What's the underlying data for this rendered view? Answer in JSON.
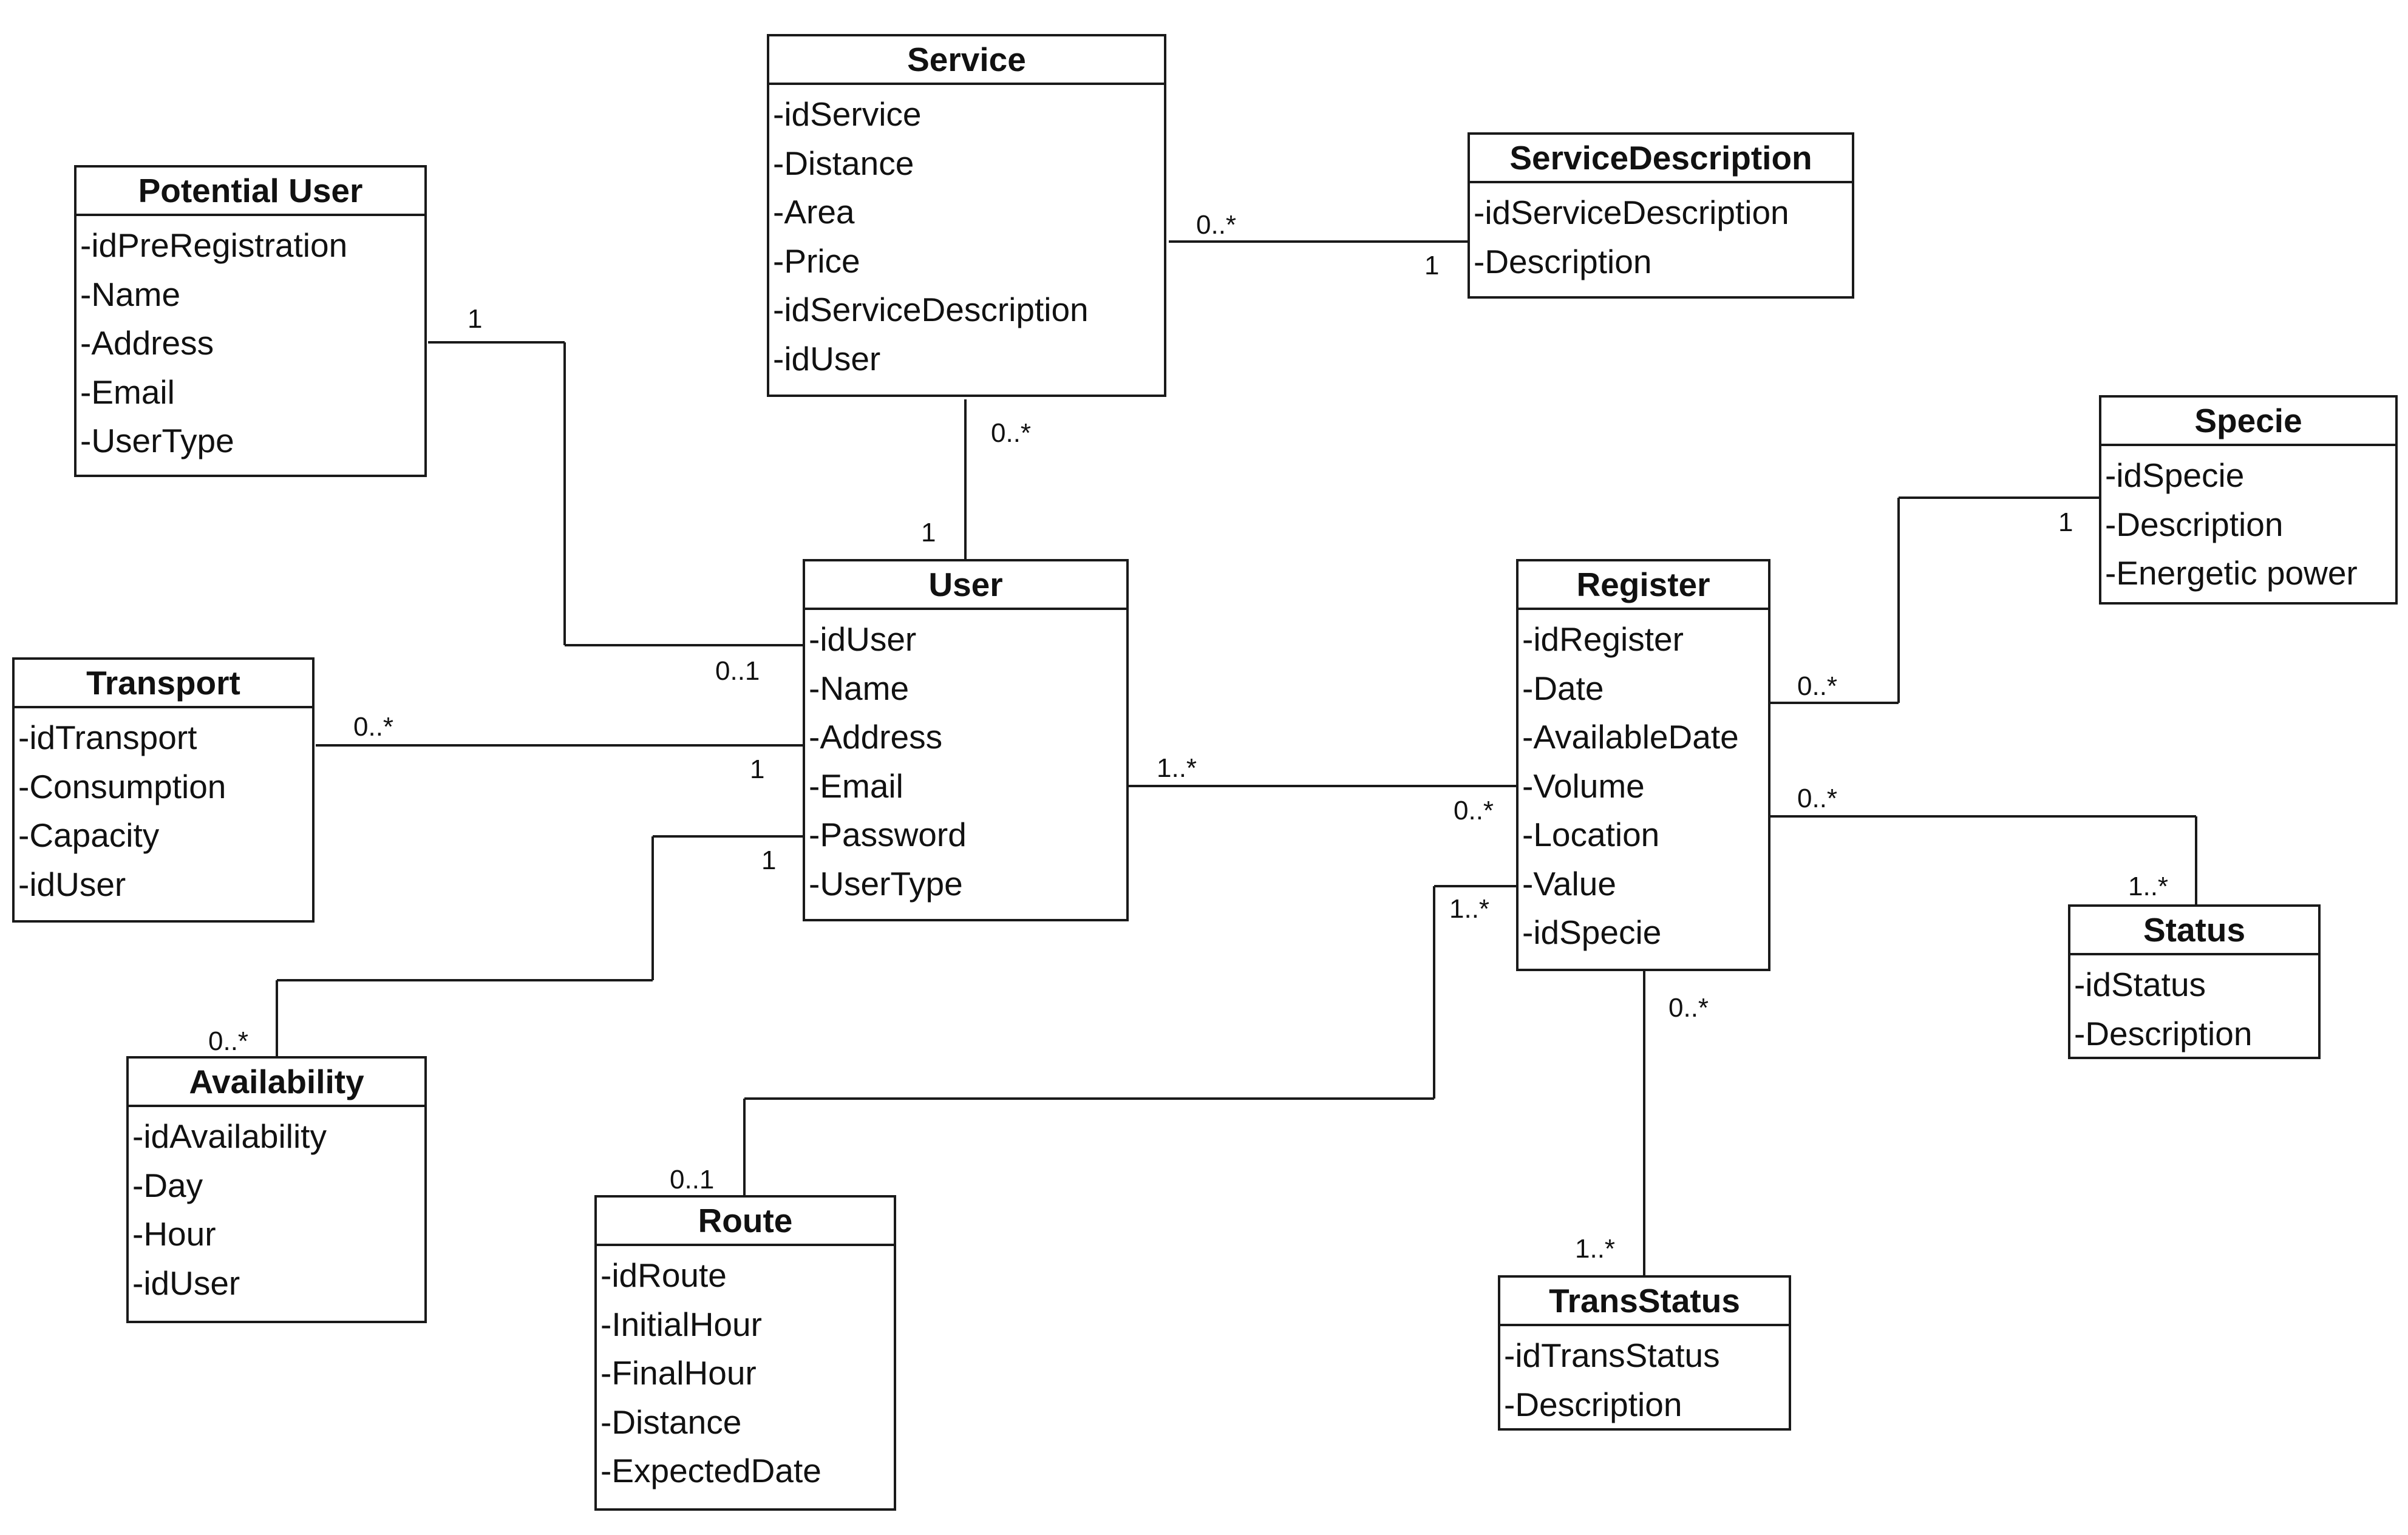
{
  "classes": {
    "service": {
      "title": "Service",
      "attributes": [
        "-idService",
        "-Distance",
        "-Area",
        "-Price",
        "-idServiceDescription",
        "-idUser"
      ]
    },
    "service_description": {
      "title": "ServiceDescription",
      "attributes": [
        "-idServiceDescription",
        "-Description"
      ]
    },
    "potential_user": {
      "title": "Potential User",
      "attributes": [
        "-idPreRegistration",
        "-Name",
        "-Address",
        "-Email",
        "-UserType"
      ]
    },
    "specie": {
      "title": "Specie",
      "attributes": [
        "-idSpecie",
        "-Description",
        "-Energetic power"
      ]
    },
    "user": {
      "title": "User",
      "attributes": [
        "-idUser",
        "-Name",
        "-Address",
        "-Email",
        "-Password",
        "-UserType"
      ]
    },
    "register": {
      "title": "Register",
      "attributes": [
        "-idRegister",
        "-Date",
        "-AvailableDate",
        "-Volume",
        "-Location",
        "-Value",
        "-idSpecie"
      ]
    },
    "transport": {
      "title": "Transport",
      "attributes": [
        "-idTransport",
        "-Consumption",
        "-Capacity",
        "-idUser"
      ]
    },
    "status": {
      "title": "Status",
      "attributes": [
        "-idStatus",
        "-Description"
      ]
    },
    "availability": {
      "title": "Availability",
      "attributes": [
        "-idAvailability",
        "-Day",
        "-Hour",
        "-idUser"
      ]
    },
    "route": {
      "title": "Route",
      "attributes": [
        "-idRoute",
        "-InitialHour",
        "-FinalHour",
        "-Distance",
        "-ExpectedDate"
      ]
    },
    "trans_status": {
      "title": "TransStatus",
      "attributes": [
        "-idTransStatus",
        "-Description"
      ]
    }
  },
  "associations": [
    {
      "id": "service-servicedescription",
      "source": "service",
      "target": "service_description",
      "source_mult": "0..*",
      "target_mult": "1"
    },
    {
      "id": "service-user",
      "source": "service",
      "target": "user",
      "source_mult": "0..*",
      "target_mult": "1"
    },
    {
      "id": "potentialuser-user",
      "source": "potential_user",
      "target": "user",
      "source_mult": "1",
      "target_mult": "0..1"
    },
    {
      "id": "transport-user",
      "source": "transport",
      "target": "user",
      "source_mult": "0..*",
      "target_mult": "1"
    },
    {
      "id": "availability-user",
      "source": "availability",
      "target": "user",
      "source_mult": "0..*",
      "target_mult": "1"
    },
    {
      "id": "user-register",
      "source": "user",
      "target": "register",
      "source_mult": "1..*",
      "target_mult": "0..*"
    },
    {
      "id": "register-specie",
      "source": "register",
      "target": "specie",
      "source_mult": "0..*",
      "target_mult": "1"
    },
    {
      "id": "register-status",
      "source": "register",
      "target": "status",
      "source_mult": "0..*",
      "target_mult": "1..*"
    },
    {
      "id": "route-register",
      "source": "route",
      "target": "register",
      "source_mult": "0..1",
      "target_mult": "1..*"
    },
    {
      "id": "register-transstatus",
      "source": "register",
      "target": "trans_status",
      "source_mult": "0..*",
      "target_mult": "1..*"
    }
  ]
}
